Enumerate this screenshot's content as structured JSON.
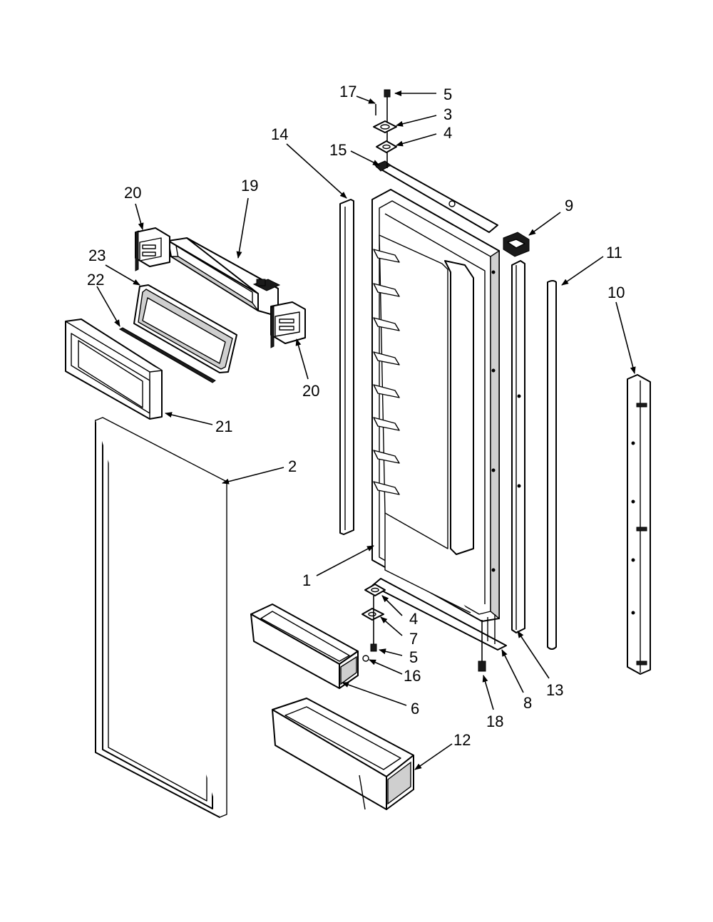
{
  "labels": {
    "l1": "1",
    "l2": "2",
    "l3": "3",
    "l4a": "4",
    "l4b": "4",
    "l5a": "5",
    "l5b": "5",
    "l6": "6",
    "l7": "7",
    "l8": "8",
    "l9": "9",
    "l10": "10",
    "l11": "11",
    "l12": "12",
    "l13": "13",
    "l14": "14",
    "l15": "15",
    "l16": "16",
    "l17": "17",
    "l18": "18",
    "l19": "19",
    "l20a": "20",
    "l20b": "20",
    "l21": "21",
    "l22": "22",
    "l23": "23"
  }
}
